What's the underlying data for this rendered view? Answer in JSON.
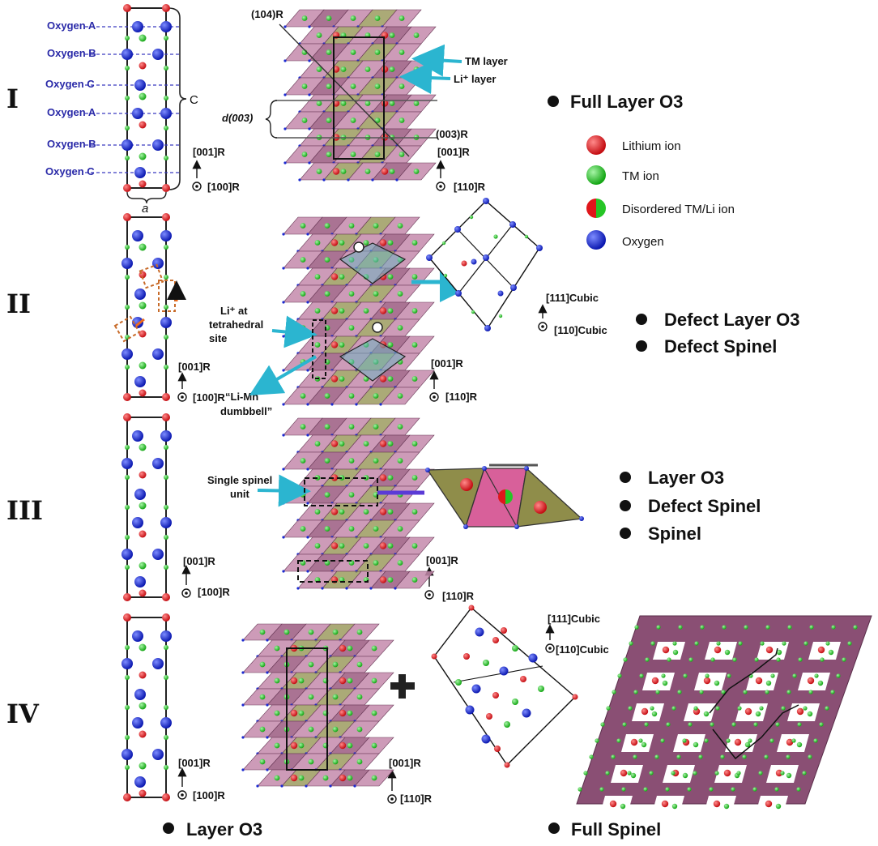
{
  "rows": [
    {
      "numeral": "I"
    },
    {
      "numeral": "II"
    },
    {
      "numeral": "III"
    },
    {
      "numeral": "IV"
    }
  ],
  "oxygen_labels": [
    "Oxygen A",
    "Oxygen B",
    "Oxygen C",
    "Oxygen A",
    "Oxygen B",
    "Oxygen C"
  ],
  "lattice": {
    "c": "C",
    "a": "a",
    "d003": "d(003)"
  },
  "planes": {
    "p104": "(104)R",
    "p003": "(003)R"
  },
  "annotations": {
    "tm_layer": "TM layer",
    "li_layer": "Li⁺ layer",
    "li_tetra_1": "Li⁺ at",
    "li_tetra_2": "tetrahedral",
    "li_tetra_3": "site",
    "dumbbell_1": "“Li-Mn",
    "dumbbell_2": "dumbbell”",
    "spinel_unit_1": "Single spinel",
    "spinel_unit_2": "unit"
  },
  "axes": {
    "r001": "[001]R",
    "r100": "[100]R",
    "r110": "[110]R",
    "c111": "[111]Cubic",
    "c110": "[110]Cubic"
  },
  "legend": {
    "items": [
      {
        "label": "Lithium ion",
        "color": "#e0161b"
      },
      {
        "label": "TM ion",
        "color": "#26c526"
      },
      {
        "label": "Disordered TM/Li ion",
        "color": "mixed"
      },
      {
        "label": "Oxygen",
        "color": "#1b2ad0"
      }
    ]
  },
  "phases": {
    "row1": [
      "Full Layer O3"
    ],
    "row2": [
      "Defect Layer O3",
      "Defect Spinel"
    ],
    "row3": [
      "Layer O3",
      "Defect Spinel",
      "Spinel"
    ],
    "bottom_left": [
      "Layer O3"
    ],
    "bottom_right": [
      "Full Spinel"
    ]
  },
  "colors": {
    "octahedron": "#9b5a80",
    "octahedron_light": "#c48aab",
    "tetrahedron": "#8f8d4a",
    "lithium": "#e0161b",
    "tm": "#26c526",
    "oxygen": "#1b2ad0",
    "arrow": "#2bb5d0"
  }
}
